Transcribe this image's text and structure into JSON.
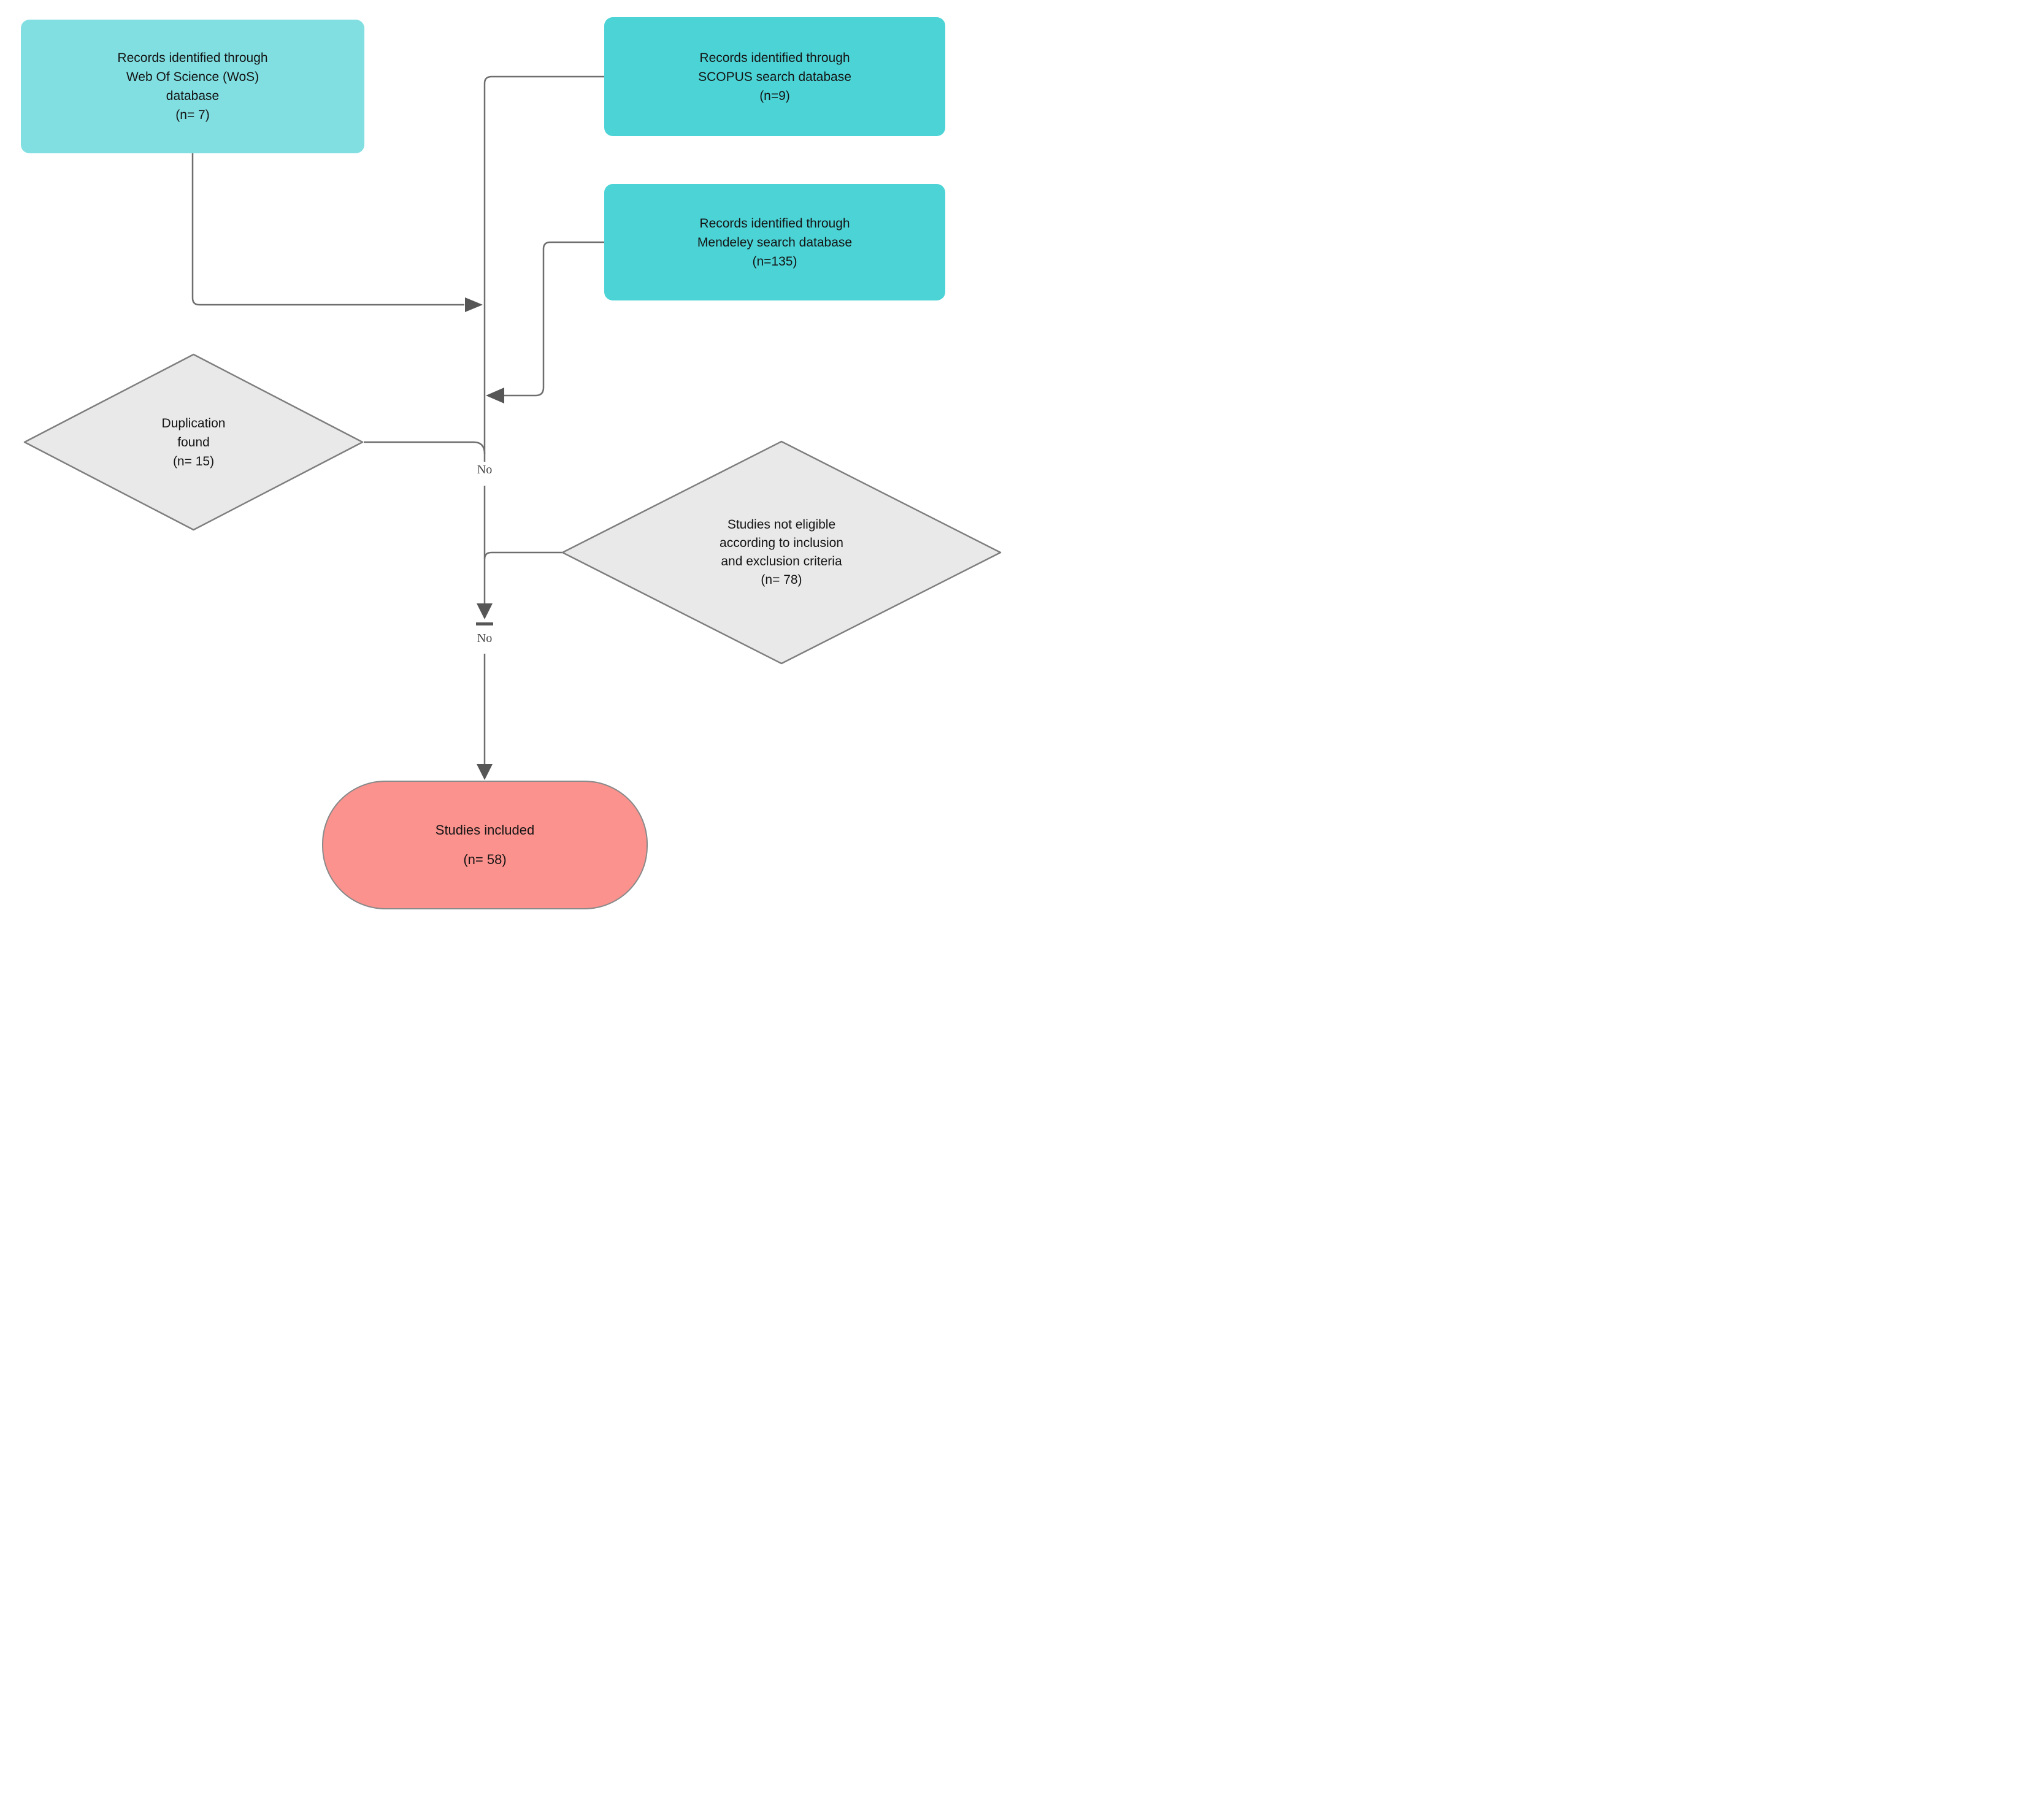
{
  "colors": {
    "teal_light": "#81DFE2",
    "teal": "#4CD3D6",
    "pink": "#FB928E",
    "diamond_fill": "#E9E9E9",
    "diamond_stroke": "#7E7E7E",
    "edge": "#6E6E6E",
    "arrow": "#565656",
    "text": "#141414",
    "edge_label": "#454545"
  },
  "nodes": {
    "wos": {
      "shape": "rounded-rect",
      "lines": [
        "Records identified through",
        "Web Of Science (WoS)",
        "database",
        "(n= 7)"
      ]
    },
    "scopus": {
      "shape": "rounded-rect",
      "lines": [
        "Records identified through",
        "SCOPUS search database",
        "(n=9)"
      ]
    },
    "mendeley": {
      "shape": "rounded-rect",
      "lines": [
        "Records identified through",
        "Mendeley search database",
        "(n=135)"
      ]
    },
    "duplication": {
      "shape": "diamond",
      "lines": [
        "Duplication",
        "found",
        "(n= 15)"
      ]
    },
    "not_eligible": {
      "shape": "diamond",
      "lines": [
        "Studies not eligible",
        "according to inclusion",
        "and exclusion criteria",
        "(n= 78)"
      ]
    },
    "included": {
      "shape": "stadium",
      "lines": [
        "Studies included",
        "(n= 58)"
      ]
    }
  },
  "edge_labels": {
    "no_after_duplication": "No",
    "no_after_not_eligible": "No"
  }
}
